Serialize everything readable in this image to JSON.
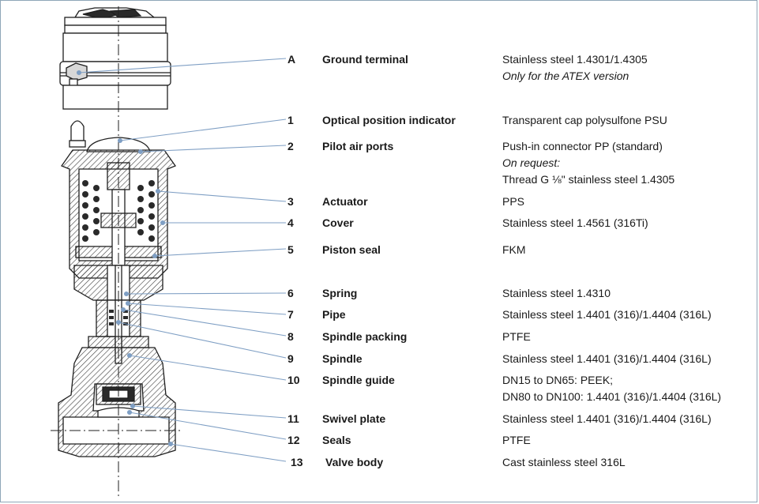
{
  "colors": {
    "leader": "#7f9fc4",
    "outline": "#1f1f1f",
    "hatch": "#3a3a3a",
    "frame": "#8fa6b8"
  },
  "parts": [
    {
      "num": "A",
      "name": "Ground terminal",
      "lines": [
        {
          "text": "Stainless steel 1.4301/1.4305"
        },
        {
          "text": "Only for the ATEX version",
          "italic": true
        }
      ]
    },
    {
      "num": "1",
      "name": "Optical position indicator",
      "lines": [
        {
          "text": "Transparent cap polysulfone PSU"
        }
      ]
    },
    {
      "num": "2",
      "name": "Pilot air ports",
      "lines": [
        {
          "text": "Push-in connector PP (standard)"
        },
        {
          "text": "On request:",
          "italic": true
        },
        {
          "text": "Thread G ⅛\" stainless steel 1.4305"
        }
      ]
    },
    {
      "num": "3",
      "name": "Actuator",
      "lines": [
        {
          "text": "PPS"
        }
      ]
    },
    {
      "num": "4",
      "name": "Cover",
      "lines": [
        {
          "text": "Stainless steel 1.4561 (316Ti)"
        }
      ]
    },
    {
      "num": "5",
      "name": "Piston seal",
      "lines": [
        {
          "text": "FKM"
        }
      ]
    },
    {
      "num": "6",
      "name": "Spring",
      "lines": [
        {
          "text": "Stainless steel 1.4310"
        }
      ]
    },
    {
      "num": "7",
      "name": "Pipe",
      "lines": [
        {
          "text": "Stainless steel 1.4401 (316)/1.4404 (316L)"
        }
      ]
    },
    {
      "num": "8",
      "name": "Spindle packing",
      "lines": [
        {
          "text": "PTFE"
        }
      ]
    },
    {
      "num": "9",
      "name": "Spindle",
      "lines": [
        {
          "text": "Stainless steel 1.4401 (316)/1.4404 (316L)"
        }
      ]
    },
    {
      "num": "10",
      "name": "Spindle guide",
      "lines": [
        {
          "text": "DN15 to DN65: PEEK;"
        },
        {
          "text": "DN80 to DN100: 1.4401 (316)/1.4404 (316L)"
        }
      ]
    },
    {
      "num": "11",
      "name": "Swivel plate",
      "lines": [
        {
          "text": "Stainless steel 1.4401 (316)/1.4404 (316L)"
        }
      ]
    },
    {
      "num": "12",
      "name": "Seals",
      "lines": [
        {
          "text": "PTFE"
        }
      ]
    },
    {
      "num": "13",
      "name": "Valve body",
      "lines": [
        {
          "text": "Cast stainless steel 316L"
        }
      ]
    }
  ]
}
